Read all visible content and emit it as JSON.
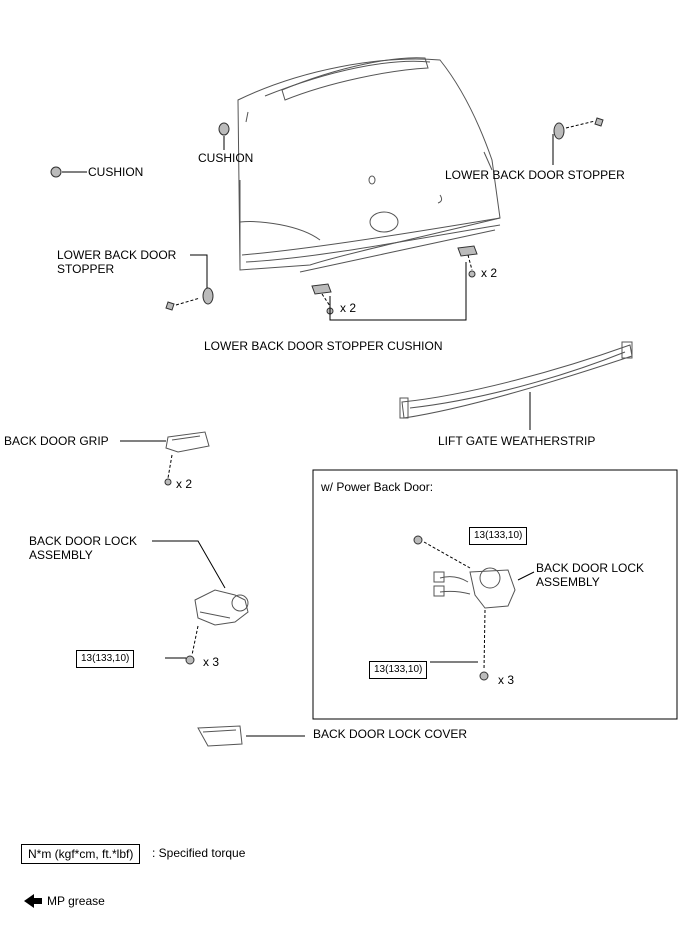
{
  "labels": {
    "cushion_left": "CUSHION",
    "cushion_top": "CUSHION",
    "lower_stopper_right": "LOWER BACK DOOR STOPPER",
    "lower_stopper_left_line1": "LOWER BACK DOOR",
    "lower_stopper_left_line2": "STOPPER",
    "stopper_cushion": "LOWER BACK DOOR STOPPER CUSHION",
    "weatherstrip": "LIFT GATE WEATHERSTRIP",
    "grip": "BACK DOOR GRIP",
    "lock_left_line1": "BACK DOOR LOCK",
    "lock_left_line2": "ASSEMBLY",
    "lock_right_line1": "BACK DOOR LOCK",
    "lock_right_line2": "ASSEMBLY",
    "lock_cover": "BACK DOOR LOCK COVER",
    "power_door": "w/ Power Back Door:"
  },
  "quantities": {
    "stopper_cushion_right": "x 2",
    "stopper_cushion_left": "x 2",
    "grip_screws": "x 2",
    "lock_bolts_left": "x 3",
    "lock_bolts_right": "x 3"
  },
  "torques": {
    "left_lock": "13(133,10)",
    "right_top": "13(133,10)",
    "right_bottom": "13(133,10)"
  },
  "legend": {
    "torque_unit": "N*m (kgf*cm, ft.*lbf)",
    "torque_desc": ": Specified torque",
    "grease_desc": "MP grease"
  }
}
